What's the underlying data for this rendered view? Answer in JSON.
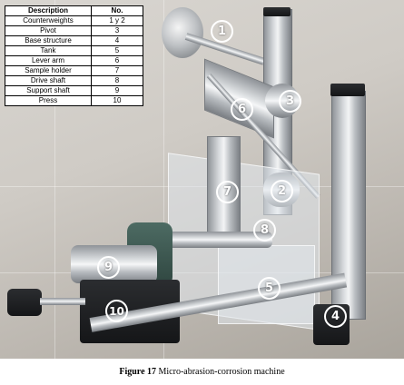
{
  "legend": {
    "headers": {
      "description": "Description",
      "no": "No."
    },
    "rows": [
      {
        "description": "Counterweights",
        "no": "1 y 2"
      },
      {
        "description": "Pivot",
        "no": "3"
      },
      {
        "description": "Base structure",
        "no": "4"
      },
      {
        "description": "Tank",
        "no": "5"
      },
      {
        "description": "Lever arm",
        "no": "6"
      },
      {
        "description": "Sample holder",
        "no": "7"
      },
      {
        "description": "Drive shaft",
        "no": "8"
      },
      {
        "description": "Support shaft",
        "no": "9"
      },
      {
        "description": "Press",
        "no": "10"
      }
    ]
  },
  "labels": [
    "1",
    "2",
    "3",
    "4",
    "5",
    "6",
    "7",
    "8",
    "9",
    "10"
  ],
  "caption": {
    "figure": "Figure 17",
    "text": " Micro-abrasion-corrosion machine"
  }
}
